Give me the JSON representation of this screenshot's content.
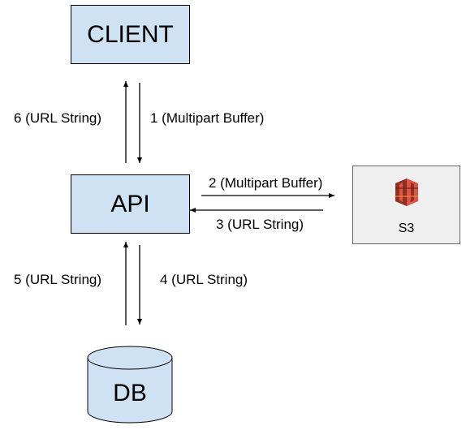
{
  "nodes": {
    "client": "CLIENT",
    "api": "API",
    "s3": "S3",
    "db": "DB"
  },
  "edges": {
    "e1": "1 (Multipart Buffer)",
    "e2": "2 (Multipart Buffer)",
    "e3": "3 (URL String)",
    "e4": "4 (URL String)",
    "e5": "5 (URL String)",
    "e6": "6 (URL String)"
  },
  "icons": {
    "s3_logo": "aws-s3-icon"
  },
  "colors": {
    "node_fill": "#cfe2f3",
    "s3_fill": "#efefef",
    "s3_logo": "#e05243"
  }
}
